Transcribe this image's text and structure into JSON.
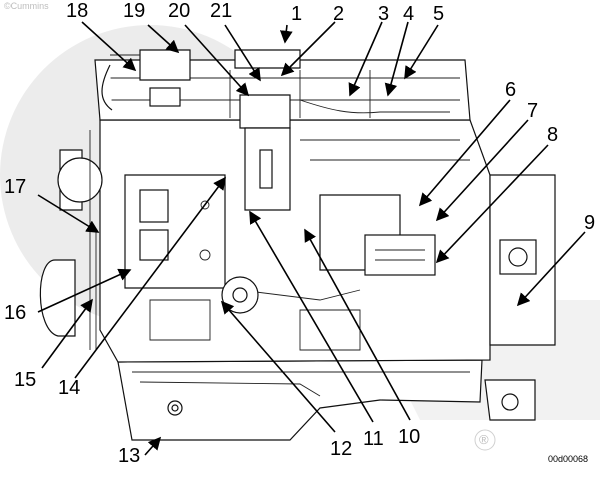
{
  "watermark": {
    "brand": "©Cummins",
    "registered": "®"
  },
  "figure_code": "00d00068",
  "callouts": [
    {
      "id": "1",
      "label": "1"
    },
    {
      "id": "2",
      "label": "2"
    },
    {
      "id": "3",
      "label": "3"
    },
    {
      "id": "4",
      "label": "4"
    },
    {
      "id": "5",
      "label": "5"
    },
    {
      "id": "6",
      "label": "6"
    },
    {
      "id": "7",
      "label": "7"
    },
    {
      "id": "8",
      "label": "8"
    },
    {
      "id": "9",
      "label": "9"
    },
    {
      "id": "10",
      "label": "10"
    },
    {
      "id": "11",
      "label": "11"
    },
    {
      "id": "12",
      "label": "12"
    },
    {
      "id": "13",
      "label": "13"
    },
    {
      "id": "14",
      "label": "14"
    },
    {
      "id": "15",
      "label": "15"
    },
    {
      "id": "16",
      "label": "16"
    },
    {
      "id": "17",
      "label": "17"
    },
    {
      "id": "18",
      "label": "18"
    },
    {
      "id": "19",
      "label": "19"
    },
    {
      "id": "20",
      "label": "20"
    },
    {
      "id": "21",
      "label": "21"
    }
  ]
}
